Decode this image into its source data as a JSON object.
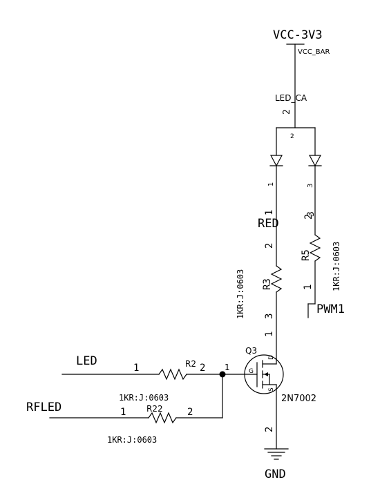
{
  "nets": {
    "vcc": "VCC-3V3",
    "vcc_bar": "VCC_BAR",
    "led_ca": "LED_CA",
    "gnd": "GND",
    "led": "LED",
    "rfled": "RFLED",
    "pwm1": "PWM1"
  },
  "led_diode": {
    "ref": "RED",
    "pin_common": "2",
    "pin_red": "1",
    "pin_other": "3",
    "pin_cathode_top": "2"
  },
  "r3": {
    "ref": "R3",
    "value": "1KR:J:0603",
    "pin1": "1",
    "pin2": "2"
  },
  "r5": {
    "ref": "R5",
    "value": "1KR:J:0603",
    "pin1": "1",
    "pin2": "2"
  },
  "r2": {
    "ref": "R2",
    "value": "1KR:J:0603",
    "pin1": "1",
    "pin2": "2"
  },
  "r22": {
    "ref": "R22",
    "value": "1KR:J:0603",
    "pin1": "1",
    "pin2": "2"
  },
  "q3": {
    "ref": "Q3",
    "part": "2N7002",
    "pin_gate": "1",
    "pin_drain": "3",
    "pin_source": "2",
    "label_d": "D",
    "label_g": "G",
    "label_s": "S"
  }
}
